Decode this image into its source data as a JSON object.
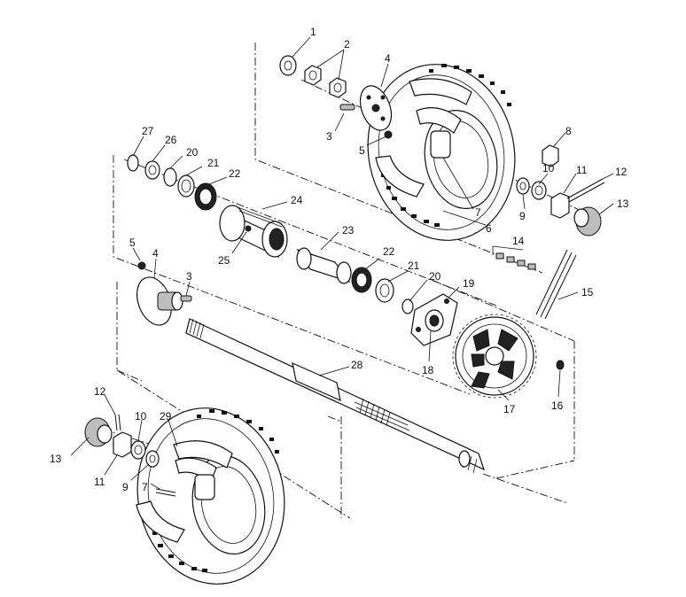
{
  "diagram": {
    "callouts": [
      {
        "id": "c1",
        "text": "1"
      },
      {
        "id": "c2",
        "text": "2"
      },
      {
        "id": "c3a",
        "text": "3"
      },
      {
        "id": "c4a",
        "text": "4"
      },
      {
        "id": "c5a",
        "text": "5"
      },
      {
        "id": "c6",
        "text": "6"
      },
      {
        "id": "c7a",
        "text": "7"
      },
      {
        "id": "c8",
        "text": "8"
      },
      {
        "id": "c9a",
        "text": "9"
      },
      {
        "id": "c10a",
        "text": "10"
      },
      {
        "id": "c11a",
        "text": "11"
      },
      {
        "id": "c12a",
        "text": "12"
      },
      {
        "id": "c13a",
        "text": "13"
      },
      {
        "id": "c14",
        "text": "14"
      },
      {
        "id": "c15",
        "text": "15"
      },
      {
        "id": "c16",
        "text": "16"
      },
      {
        "id": "c17",
        "text": "17"
      },
      {
        "id": "c18",
        "text": "18"
      },
      {
        "id": "c19",
        "text": "19"
      },
      {
        "id": "c20a",
        "text": "20"
      },
      {
        "id": "c21a",
        "text": "21"
      },
      {
        "id": "c22a",
        "text": "22"
      },
      {
        "id": "c23",
        "text": "23"
      },
      {
        "id": "c24",
        "text": "24"
      },
      {
        "id": "c25",
        "text": "25"
      },
      {
        "id": "c26",
        "text": "26"
      },
      {
        "id": "c27",
        "text": "27"
      },
      {
        "id": "c20b",
        "text": "20"
      },
      {
        "id": "c21b",
        "text": "21"
      },
      {
        "id": "c22b",
        "text": "22"
      },
      {
        "id": "c5b",
        "text": "5"
      },
      {
        "id": "c4b",
        "text": "4"
      },
      {
        "id": "c3b",
        "text": "3"
      },
      {
        "id": "c28",
        "text": "28"
      },
      {
        "id": "c12b",
        "text": "12"
      },
      {
        "id": "c10b",
        "text": "10"
      },
      {
        "id": "c29",
        "text": "29"
      },
      {
        "id": "c13b",
        "text": "13"
      },
      {
        "id": "c11b",
        "text": "11"
      },
      {
        "id": "c9b",
        "text": "9"
      },
      {
        "id": "c7b",
        "text": "7"
      }
    ]
  }
}
